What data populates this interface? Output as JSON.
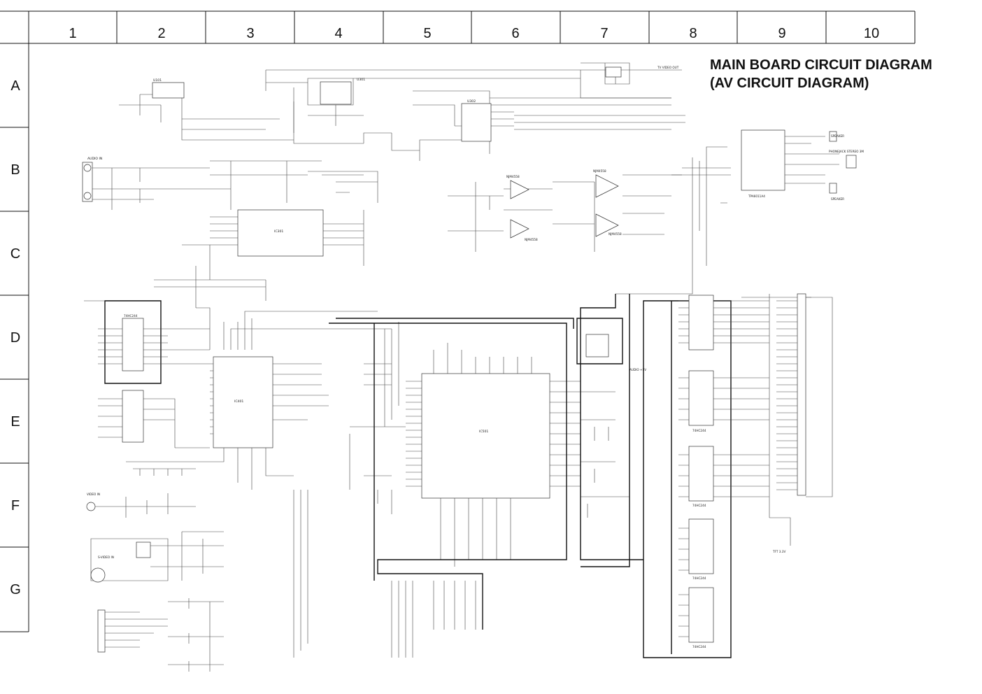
{
  "title": {
    "line1": "MAIN BOARD CIRCUIT DIAGRAM",
    "line2": "(AV CIRCUIT DIAGRAM)"
  },
  "grid": {
    "columns": [
      "1",
      "2",
      "3",
      "4",
      "5",
      "6",
      "7",
      "8",
      "9",
      "10"
    ],
    "rows": [
      "A",
      "B",
      "C",
      "D",
      "E",
      "F",
      "G"
    ]
  },
  "components": {
    "ic_video_decoder": "IC301",
    "ic_mpeg": "IC401",
    "ic_main": "IC501",
    "ic_amp": "TPA6011A4",
    "ic_buffer_1": "74HC244",
    "ic_buffer_2": "74HC244",
    "ic_buffer_3": "74HC244",
    "ic_buffer_4": "74HC244",
    "ic_buffer_5": "74HC244",
    "opamp_1": "NJM4558",
    "opamp_2": "NJM4558",
    "opamp_3": "NJM4558",
    "opamp_4": "NJM4558"
  },
  "labels": {
    "audio_in": "AUDIO IN",
    "video_in": "VIDEO IN",
    "s_video_in": "S-VIDEO IN",
    "speaker_l": "SPEAKER",
    "speaker_r": "SPEAKER",
    "phonejack": "PHONEJACK STEREO 3M",
    "tv_video_out": "TV VIDEO OUT",
    "audio_5v": "AUDIO +5V",
    "tft_33v": "TFT 3.3V"
  }
}
